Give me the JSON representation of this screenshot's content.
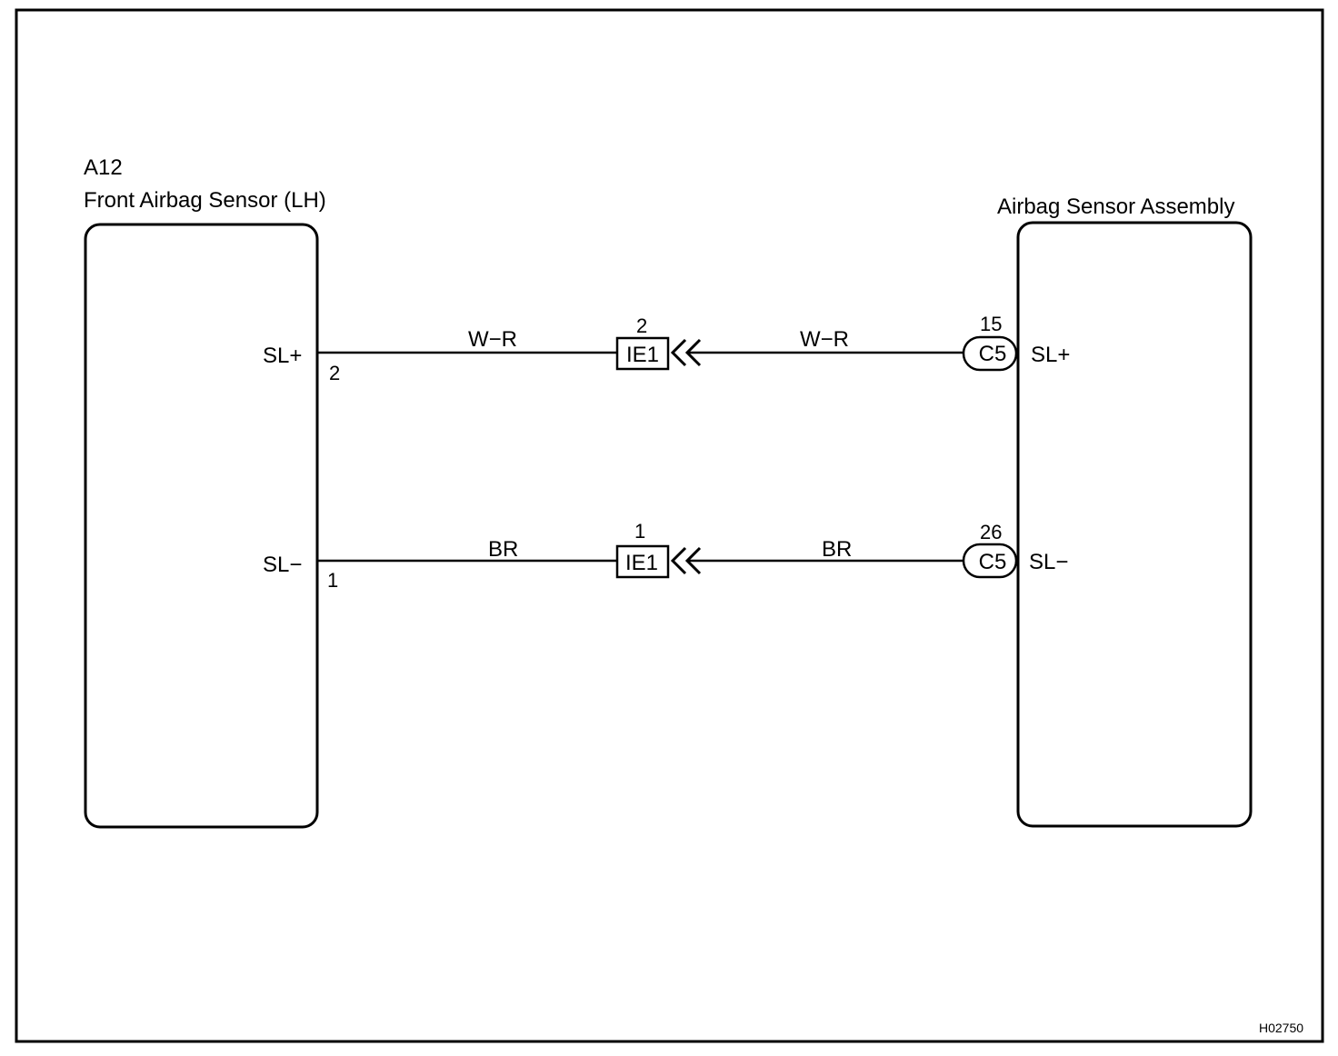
{
  "left_component": {
    "code": "A12",
    "name": "Front Airbag Sensor (LH)",
    "pins": [
      {
        "signal": "SL+",
        "number": "2"
      },
      {
        "signal": "SL−",
        "number": "1"
      }
    ]
  },
  "right_component": {
    "name": "Airbag Sensor Assembly",
    "connector": "C5",
    "pins": [
      {
        "signal": "SL+",
        "number": "15"
      },
      {
        "signal": "SL−",
        "number": "26"
      }
    ]
  },
  "wires": [
    {
      "color_left": "W−R",
      "color_right": "W−R",
      "junction": "IE1",
      "junction_pin": "2"
    },
    {
      "color_left": "BR",
      "color_right": "BR",
      "junction": "IE1",
      "junction_pin": "1"
    }
  ],
  "figure_id": "H02750"
}
